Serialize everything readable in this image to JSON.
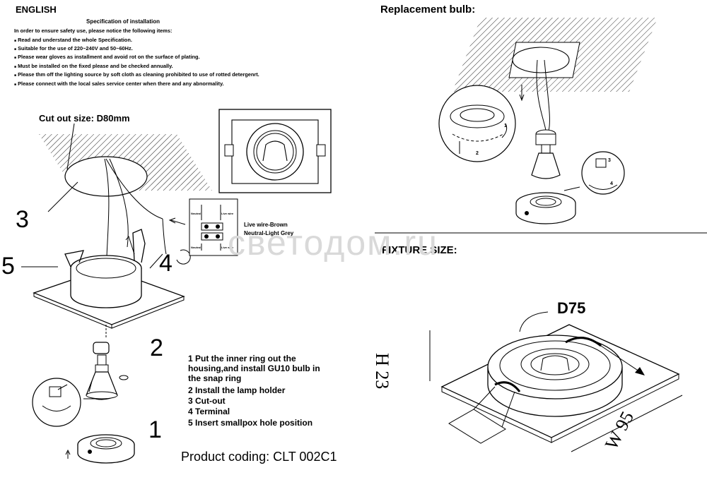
{
  "header": {
    "language": "ENGLISH",
    "spec_title": "Specification of installation",
    "spec_intro": "In order to ensure safety use, please notice the following items:",
    "spec_items": [
      "Read and understand the whole Specification.",
      "Suitable for the use of 220~240V and 50~60Hz.",
      "Please wear gloves as installment and avoid rot on the surface of plating.",
      "Must be installed on the fixed please and be checked annually.",
      "Please thm off the lighting source by soft cloth as cleaning prohibited to use of rotted detergenrt.",
      "Please connect with the local sales service center when there and any abnormality."
    ],
    "bullet": "■"
  },
  "installation": {
    "cutout_label": "Cut out size: D80mm",
    "callouts": {
      "n1": "1",
      "n2": "2",
      "n3": "3",
      "n4": "4",
      "n5": "5"
    },
    "wiring": {
      "live_label": "Live wire-Brown",
      "neutral_label": "Neutral-Light Grey",
      "tag_neutral": "Neutral",
      "tag_live": "Live wire"
    },
    "steps": [
      "1 Put the inner ring out the",
      "   housing,and install GU10 bulb in",
      "   the snap ring",
      "2 Install the lamp holder",
      "3 Cut-out",
      "4 Terminal",
      "5 Insert smallpox hole position"
    ],
    "product_coding": "Product coding: CLT 002C1"
  },
  "replacement": {
    "title": "Replacement bulb:",
    "arrow_labels": {
      "a1": "1",
      "a2": "2",
      "a3": "3",
      "a4": "4"
    }
  },
  "fixture_size": {
    "title": "FIXTURE SIZE:",
    "diameter": "D75",
    "height": "H 23",
    "width": "W 95"
  },
  "watermark": "светодом.ru"
}
